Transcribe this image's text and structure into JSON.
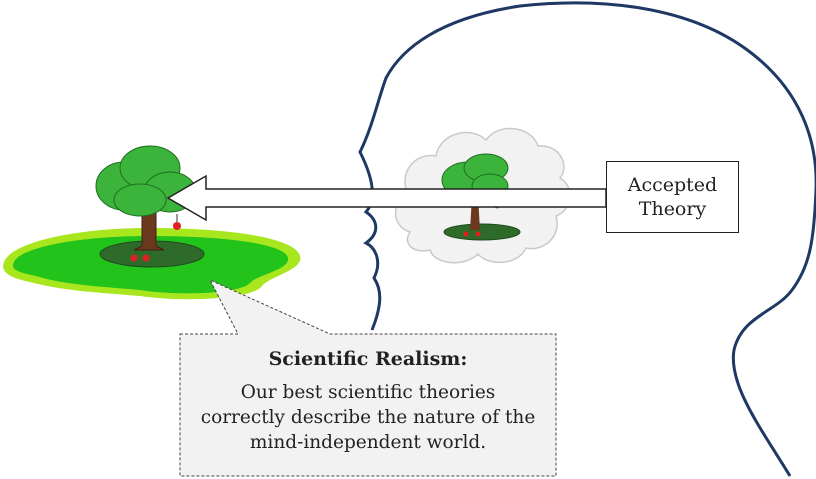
{
  "diagram": {
    "theory_box": {
      "line1": "Accepted",
      "line2": "Theory"
    },
    "callout": {
      "title": "Scientific Realism:",
      "body_line1": "Our best scientific theories",
      "body_line2": "correctly describe the nature of the",
      "body_line3": "mind-independent world."
    },
    "colors": {
      "head_outline": "#1f3864",
      "grass_outer": "#a8e61d",
      "grass_inner": "#22c31a",
      "soil": "#2e6b2a",
      "foliage": "#3cb43c",
      "trunk": "#6b3a1e",
      "apple": "#e02020",
      "cloud": "#f2f2f2",
      "callout_bg": "#f2f2f2"
    }
  }
}
